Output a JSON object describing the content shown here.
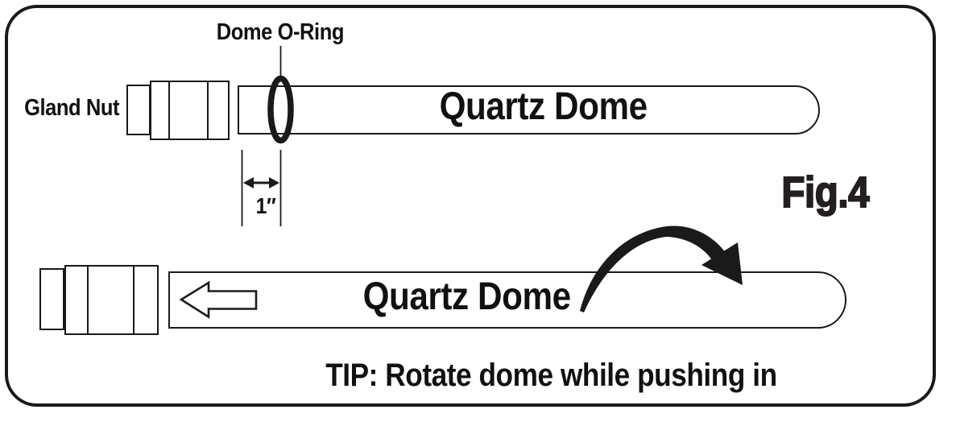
{
  "figure": {
    "number_label": "Fig.4",
    "tip_text": "TIP: Rotate dome while pushing in",
    "line_color": "#1a1a1a",
    "background_color": "#ffffff"
  },
  "labels": {
    "dome_oring": "Dome O-Ring",
    "gland_nut": "Gland Nut",
    "quartz_dome_top": "Quartz Dome",
    "quartz_dome_bottom": "Quartz Dome",
    "dimension": "1″"
  },
  "icons": {
    "o_ring": "o-ring-icon",
    "push_direction_arrow": "hollow-left-arrow-icon",
    "rotate_arrow": "curved-rotate-arrow-icon",
    "dimension_arrow": "double-headed-arrow-icon"
  }
}
